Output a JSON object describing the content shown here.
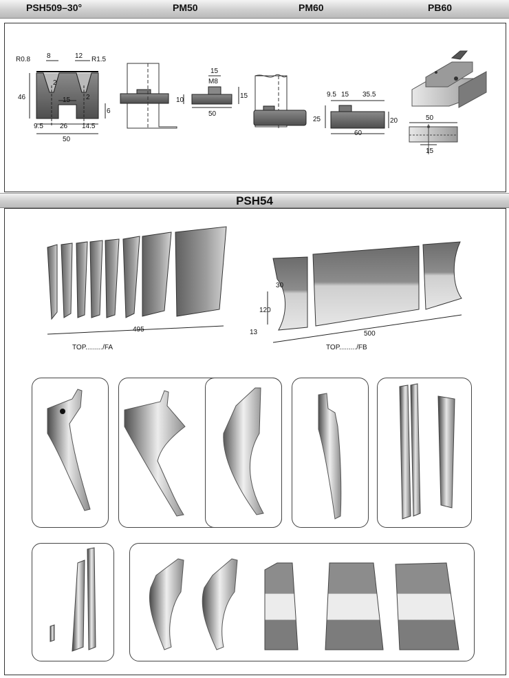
{
  "header": {
    "products": [
      "PSH509–30°",
      "PM50",
      "PM60",
      "PB60"
    ]
  },
  "section_title": "PSH54",
  "psh509": {
    "r1": "R0.8",
    "top_left": "8",
    "top_right": "12",
    "r2": "R1.5",
    "height": "46",
    "inner_left": "2",
    "inner_right": "2",
    "gap": "15",
    "small_h": "6",
    "bottom_left": "9.5",
    "bottom_mid": "26",
    "bottom_right": "14.5",
    "width": "50"
  },
  "pm50": {
    "top": "15",
    "bolt": "M8",
    "height_left": "10",
    "height_right": "15",
    "width": "50"
  },
  "pb60": {
    "dim1": "9.5",
    "dim2": "15",
    "dim3": "35.5",
    "height_left": "25",
    "height_right": "20",
    "width": "60",
    "bar_width": "50",
    "hole": "15"
  },
  "psh54": {
    "left_length": "495",
    "right_length": "500",
    "dim_30": "30",
    "dim_120": "120",
    "dim_13": "13",
    "left_caption": "TOP........./FA",
    "right_caption": "TOP........./FB"
  },
  "colors": {
    "bar": "#c4c4c4",
    "border": "#333333",
    "steel_dark": "#6e6e6e",
    "steel_light": "#d9d9d9"
  }
}
